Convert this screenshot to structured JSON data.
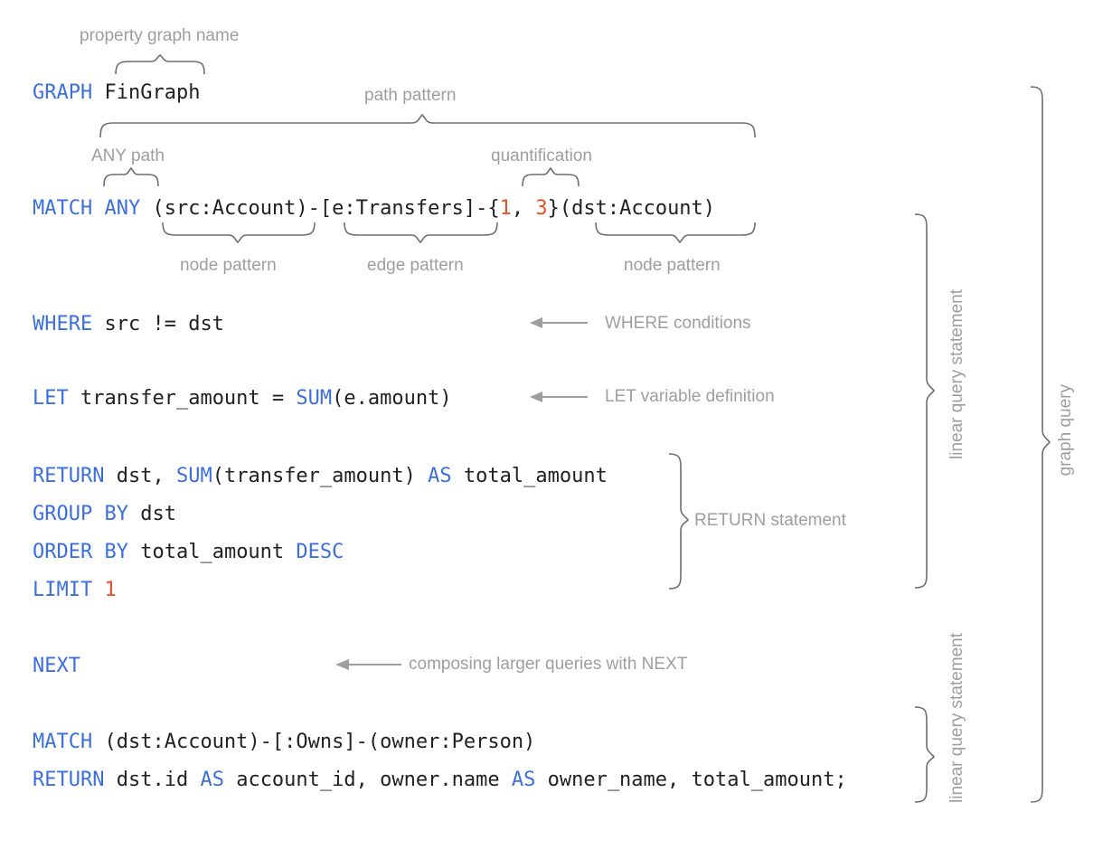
{
  "page": {
    "title": "GQL graph query annotated diagram",
    "background": "#ffffff",
    "keyword_color": "#3b6fe0",
    "number_color": "#e8512b",
    "text_color": "#202124",
    "annotation_color": "#9e9e9e",
    "brace_color": "#6e6e6e"
  },
  "code": {
    "line_graph": {
      "kw": "GRAPH",
      "rest": " FinGraph"
    },
    "line_match": {
      "kw1": "MATCH",
      "kw2": "ANY",
      "seg_node_src": "(src:Account)",
      "dash1": "-",
      "seg_edge": "[e:Transfers]",
      "dash2": "-",
      "brace_open": "{",
      "q_min": "1",
      "q_sep": ", ",
      "q_max": "3",
      "brace_close": "}",
      "seg_node_dst": "(dst:Account)"
    },
    "line_where": {
      "kw": "WHERE",
      "rest": " src != dst"
    },
    "line_let": {
      "kw": "LET",
      "mid": " transfer_amount = ",
      "fn": "SUM",
      "rest": "(e.amount)"
    },
    "line_return1": {
      "kw": "RETURN",
      "mid": " dst, ",
      "fn": "SUM",
      "args": "(transfer_amount) ",
      "kw2": "AS",
      "tail": " total_amount"
    },
    "line_group": {
      "kw": "GROUP",
      "kw2": "BY",
      "rest": " dst"
    },
    "line_order": {
      "kw": "ORDER",
      "kw2": "BY",
      "mid": " total_amount ",
      "kw3": "DESC"
    },
    "line_limit": {
      "kw": "LIMIT",
      "sp": " ",
      "num": "1"
    },
    "line_next": {
      "kw": "NEXT"
    },
    "line_match2": {
      "kw": "MATCH",
      "rest": " (dst:Account)-[:Owns]-(owner:Person)"
    },
    "line_return2": {
      "kw": "RETURN",
      "a": " dst.id ",
      "kw2": "AS",
      "b": " account_id, owner.name ",
      "kw3": "AS",
      "c": " owner_name, total_amount;"
    }
  },
  "annotations": {
    "property_graph_name": "property graph name",
    "path_pattern": "path pattern",
    "any_path": "ANY path",
    "quantification": "quantification",
    "node_pattern_1": "node pattern",
    "edge_pattern": "edge pattern",
    "node_pattern_2": "node pattern",
    "where_conditions": "WHERE conditions",
    "let_variable_definition": "LET variable definition",
    "return_statement": "RETURN statement",
    "composing_next": "composing larger queries with NEXT",
    "linear_query_statement_1": "linear query statement",
    "linear_query_statement_2": "linear query statement",
    "graph_query": "graph query"
  }
}
